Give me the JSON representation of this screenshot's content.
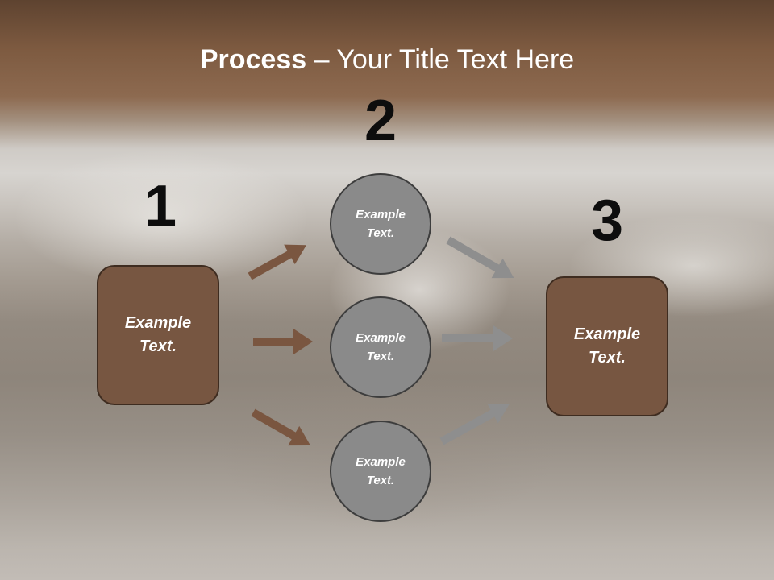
{
  "slide": {
    "title_strong": "Process",
    "title_rest": " – Your Title Text Here",
    "step_numbers": [
      "1",
      "2",
      "3"
    ],
    "left_box": "Example Text.",
    "right_box": "Example Text.",
    "circles": [
      "Example Text.",
      "Example Text.",
      "Example Text."
    ]
  },
  "colors": {
    "box_fill": "#775641",
    "circle_fill": "#8a8a8a",
    "arrow_brown": "#7a5640",
    "arrow_gray": "#8e8e8e"
  },
  "icons": [
    "arrow-icon"
  ]
}
